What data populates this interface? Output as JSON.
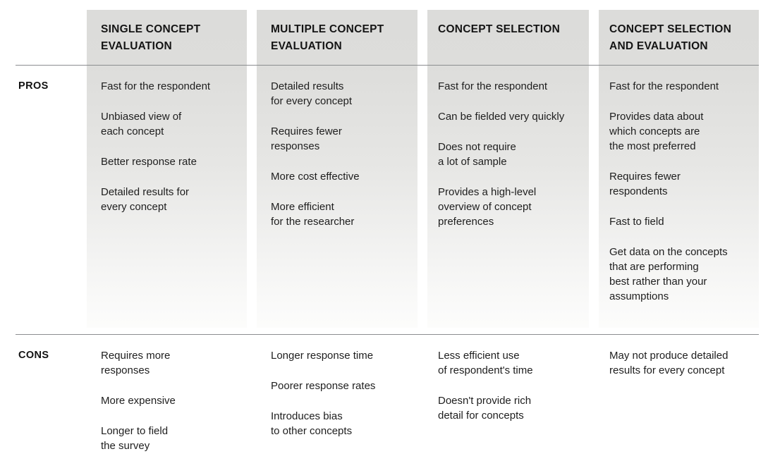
{
  "table": {
    "row_labels": [
      "PROS",
      "CONS"
    ],
    "columns": [
      {
        "header": "SINGLE CONCEPT\nEVALUATION",
        "pros": [
          "Fast for the respondent",
          "Unbiased view of\neach concept",
          "Better response rate",
          "Detailed results for\nevery concept"
        ],
        "cons": [
          "Requires more\nresponses",
          "More expensive",
          "Longer to field\nthe survey"
        ]
      },
      {
        "header": "MULTIPLE CONCEPT\nEVALUATION",
        "pros": [
          "Detailed results\nfor every concept",
          "Requires fewer\nresponses",
          "More cost effective",
          "More efficient\nfor the researcher"
        ],
        "cons": [
          "Longer response time",
          "Poorer response rates",
          "Introduces bias\nto other concepts"
        ]
      },
      {
        "header": "CONCEPT SELECTION",
        "pros": [
          "Fast for the respondent",
          "Can be fielded very quickly",
          "Does not require\na lot of sample",
          "Provides a high-level\noverview of concept\npreferences"
        ],
        "cons": [
          "Less efficient use\nof respondent's time",
          "Doesn't provide rich\ndetail for concepts"
        ]
      },
      {
        "header": "CONCEPT SELECTION\nAND EVALUATION",
        "pros": [
          "Fast for the respondent",
          "Provides data about\nwhich concepts are\nthe most preferred",
          "Requires fewer\nrespondents",
          "Fast to field",
          "Get data on the concepts\nthat are performing\nbest rather than your\nassumptions"
        ],
        "cons": [
          "May not produce detailed\nresults for every concept"
        ]
      }
    ]
  },
  "colors": {
    "column_band_top": "#dcdcda",
    "column_band_bottom": "#fcfcfb",
    "rule": "#8b8d90",
    "text": "#1e1e1e",
    "heading_text": "#141414",
    "page_background": "#ffffff"
  }
}
